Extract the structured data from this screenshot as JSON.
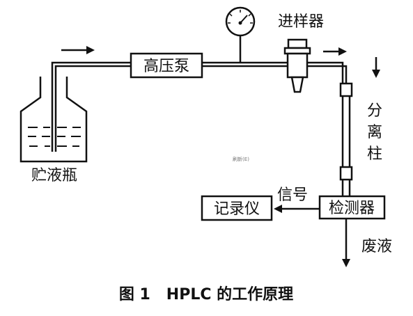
{
  "diagram": {
    "injector_label": "进样器",
    "pump_label": "高压泵",
    "reservoir_label": "贮液瓶",
    "column_label": [
      "分",
      "离",
      "柱"
    ],
    "detector_label": "检测器",
    "recorder_label": "记录仪",
    "signal_label": "信号",
    "waste_label": "废液",
    "center_mark": "刷新(E)"
  },
  "caption": "图 1   HPLC 的工作原理",
  "colors": {
    "line": "#111111",
    "background": "#ffffff"
  }
}
